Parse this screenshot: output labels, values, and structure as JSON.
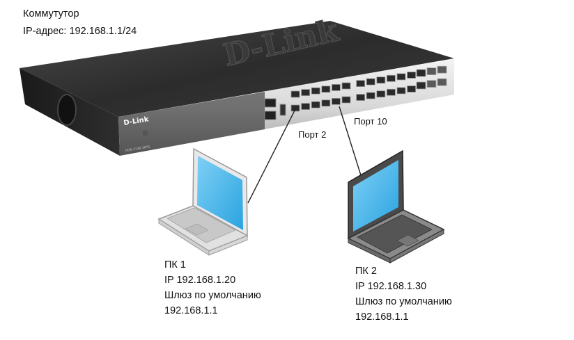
{
  "switch": {
    "name": "Коммутутор",
    "ip": "IP-адрес: 192.168.1.1/24",
    "brand": "D-Link",
    "model": "DGS-3130-30TS"
  },
  "links": [
    {
      "port_label": "Порт 2"
    },
    {
      "port_label": "Порт 10"
    }
  ],
  "pc1": {
    "name": "ПК 1",
    "ip": "IP 192.168.1.20",
    "gateway_label": "Шлюз по умолчанию",
    "gateway": "192.168.1.1"
  },
  "pc2": {
    "name": "ПК 2",
    "ip": "IP 192.168.1.30",
    "gateway_label": "Шлюз по умолчанию",
    "gateway": "192.168.1.1"
  }
}
